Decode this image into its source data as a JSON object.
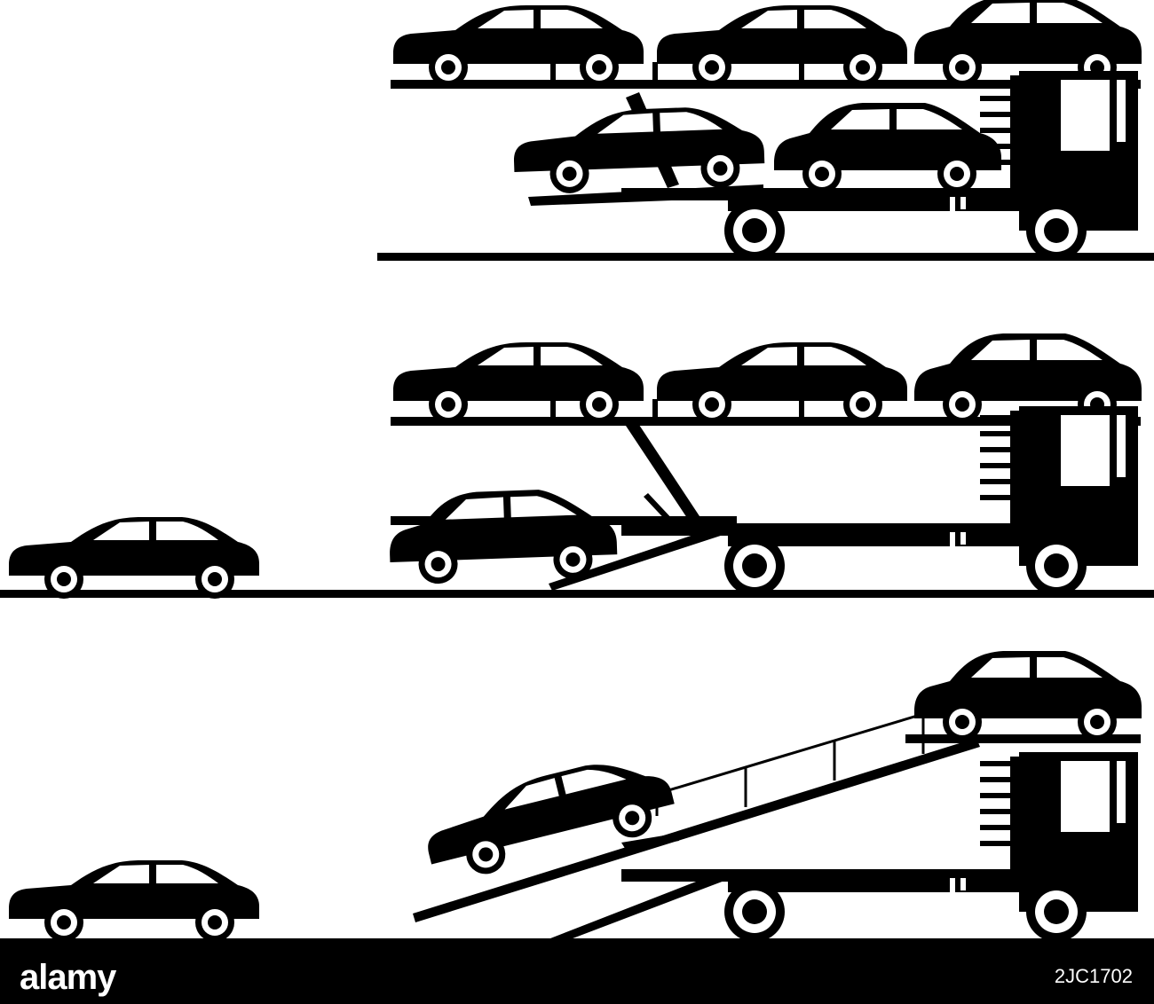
{
  "scene": {
    "colors": {
      "ink": "#000000",
      "paper": "#ffffff"
    },
    "panels": [
      {
        "name": "transporter-fully-loaded",
        "upper_deck_cars": [
          "sedan",
          "sedan",
          "suv"
        ],
        "lower_deck_cars": [
          "sedan",
          "suv"
        ],
        "ground_cars": [],
        "ramp": "stowed"
      },
      {
        "name": "transporter-unloading-lower-deck",
        "upper_deck_cars": [
          "sedan",
          "sedan",
          "suv"
        ],
        "lower_deck_cars": [
          "suv"
        ],
        "ground_cars": [
          "sedan"
        ],
        "ramp": "lower-deck-lowered"
      },
      {
        "name": "transporter-unloading-upper-deck",
        "upper_deck_cars": [
          "suv"
        ],
        "lower_deck_cars": [],
        "ground_cars": [
          "sedan"
        ],
        "ramp": "upper-deck-tilted"
      }
    ]
  },
  "footer": {
    "brand": "alamy",
    "stock_id": "2JC1702"
  }
}
